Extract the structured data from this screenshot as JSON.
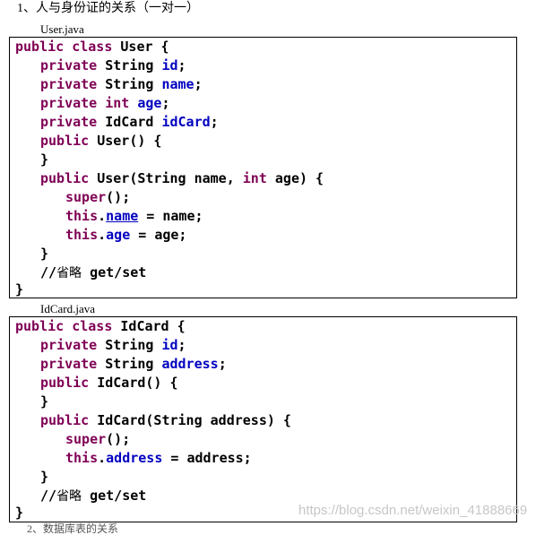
{
  "heading": "1、人与身份证的关系（一对一）",
  "user_file": {
    "label": "User.java",
    "lines": {
      "l1": {
        "kw1": "public",
        "kw2": "class",
        "rest": "User {"
      },
      "l2": {
        "kw": "private",
        "type": "String",
        "field": "id",
        "end": ";"
      },
      "l3": {
        "kw": "private",
        "type": "String",
        "field": "name",
        "end": ";"
      },
      "l4": {
        "kw": "private",
        "type": "int",
        "field": "age",
        "end": ";"
      },
      "l5": {
        "kw": "private",
        "type": "IdCard",
        "field": "idCard",
        "end": ";"
      },
      "l6": {
        "kw": "public",
        "rest": "User() {"
      },
      "l7": {
        "rest": "}"
      },
      "l8": {
        "kw": "public",
        "rest_a": "User(String name,",
        "kw2": "int",
        "rest_b": "age) {"
      },
      "l9": {
        "kw": "super",
        "rest": "();"
      },
      "l10": {
        "kw": "this",
        "dot": ".",
        "field": "name",
        "rest": " = name;"
      },
      "l11": {
        "kw": "this",
        "dot": ".",
        "field": "age",
        "rest": " = age;"
      },
      "l12": {
        "rest": "}"
      },
      "l13": {
        "slash": "//",
        "cn": "省略",
        "rest": " get/set"
      },
      "l14": {
        "rest": "}"
      }
    }
  },
  "idcard_file": {
    "label": "IdCard.java",
    "lines": {
      "l1": {
        "kw1": "public",
        "kw2": "class",
        "rest": "IdCard {"
      },
      "l2": {
        "kw": "private",
        "type": "String",
        "field": "id",
        "end": ";"
      },
      "l3": {
        "kw": "private",
        "type": "String",
        "field": "address",
        "end": ";"
      },
      "l4": {
        "kw": "public",
        "rest": "IdCard() {"
      },
      "l5": {
        "rest": "}"
      },
      "l6": {
        "kw": "public",
        "rest": "IdCard(String address) {"
      },
      "l7": {
        "kw": "super",
        "rest": "();"
      },
      "l8": {
        "kw": "this",
        "dot": ".",
        "field": "address",
        "rest": " = address;"
      },
      "l9": {
        "rest": "}"
      },
      "l10": {
        "slash": "//",
        "cn": "省略",
        "rest": " get/set"
      },
      "l11": {
        "rest": "}"
      }
    }
  },
  "watermark": "https://blog.csdn.net/weixin_41888669",
  "next_heading_partial": "2、数据库表的关系"
}
